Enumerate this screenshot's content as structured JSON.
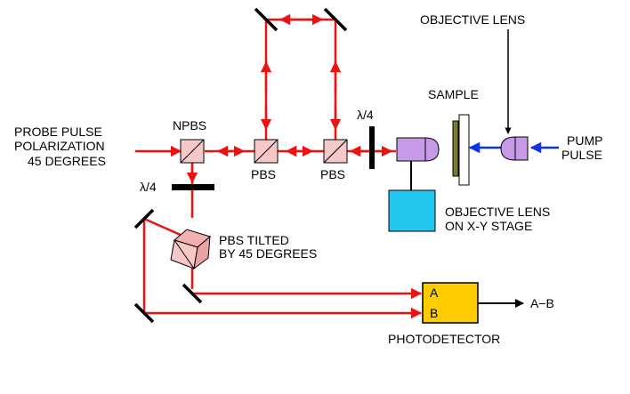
{
  "labels": {
    "probe_line1": "PROBE PULSE",
    "probe_line2": "POLARIZATION",
    "probe_line3": "45 DEGREES",
    "npbs": "NPBS",
    "pbs_left": "PBS",
    "pbs_right": "PBS",
    "qwp_top": "λ/4",
    "qwp_bottom": "λ/4",
    "objective_lens_top": "OBJECTIVE LENS",
    "sample": "SAMPLE",
    "pump_line1": "PUMP",
    "pump_line2": "PULSE",
    "stage_line1": "OBJECTIVE LENS",
    "stage_line2": "ON X-Y STAGE",
    "tilted_pbs_line1": "PBS TILTED",
    "tilted_pbs_line2": "BY 45 DEGREES",
    "detector_a": "A",
    "detector_b": "B",
    "output": "A−B",
    "photodetector": "PHOTODETECTOR"
  },
  "colors": {
    "probe_beam": "#ee1111",
    "pump_beam": "#1133dd",
    "beam_splitter": "#f7c8c8",
    "objective_lens": "#c79ae8",
    "stage": "#22c6ee",
    "detector": "#ffcc00",
    "sample_substrate": "#7a7a28"
  }
}
